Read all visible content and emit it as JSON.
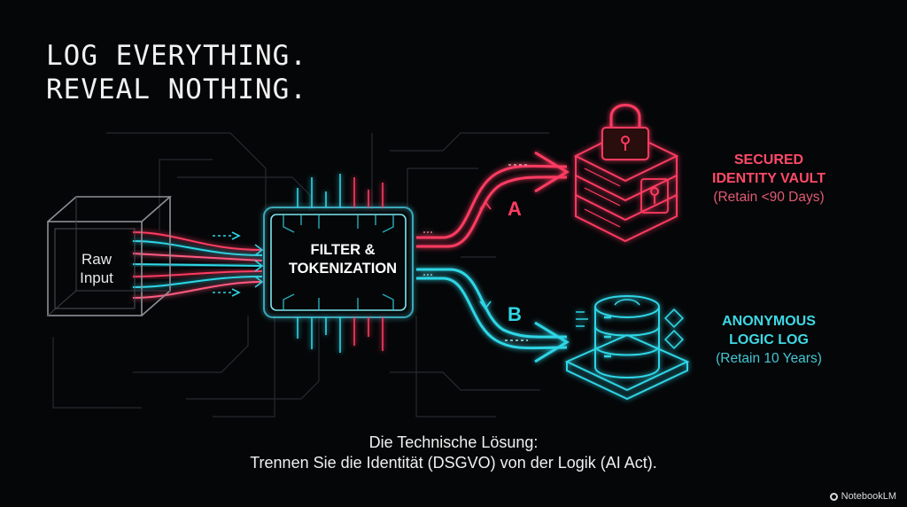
{
  "headline": [
    "LOG EVERYTHING.",
    "REVEAL NOTHING."
  ],
  "input_node": {
    "lines": [
      "Raw",
      "Input"
    ],
    "icon": "cube-outline-icon"
  },
  "processor": {
    "lines": [
      "FILTER &",
      "TOKENIZATION"
    ],
    "icon": "circuit-chip-icon"
  },
  "branches": {
    "a": "A",
    "b": "B"
  },
  "vault": {
    "title_lines": [
      "SECURED",
      "IDENTITY VAULT"
    ],
    "retention": "(Retain <90 Days)",
    "icon": "lock-server-icon"
  },
  "logic_log": {
    "title_lines": [
      "ANONYMOUS",
      "LOGIC LOG"
    ],
    "retention": "(Retain 10 Years)",
    "icon": "database-icon"
  },
  "caption": [
    "Die Technische Lösung:",
    "Trennen Sie die Identität (DSGVO) von der Logik (AI Act)."
  ],
  "brand": "NotebookLM",
  "colors": {
    "background": "#050608",
    "pink": "#ff3b62",
    "cyan": "#2fd6e6",
    "white": "#f2f2f2"
  }
}
